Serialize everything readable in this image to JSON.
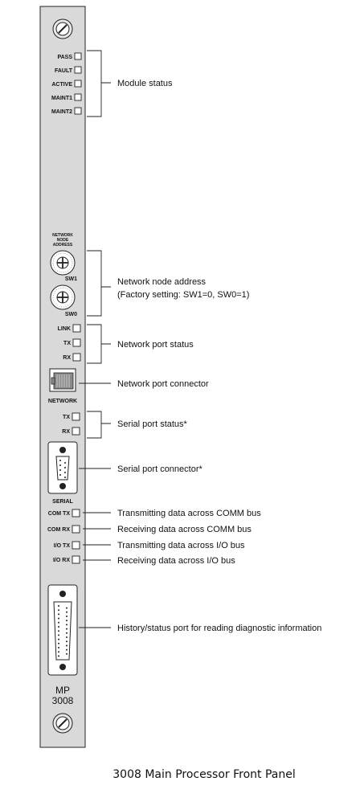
{
  "panel": {
    "module_leds": [
      "PASS",
      "FAULT",
      "ACTIVE",
      "MAINT1",
      "MAINT2"
    ],
    "network_node_address_label": [
      "NETWORK",
      "NODE",
      "ADDRESS"
    ],
    "switches": [
      "SW1",
      "SW0"
    ],
    "network_leds": [
      "LINK",
      "TX",
      "RX"
    ],
    "network_connector_label": "NETWORK",
    "serial_leds": [
      "TX",
      "RX"
    ],
    "serial_connector_label": "SERIAL",
    "bus_leds": [
      "COM TX",
      "COM RX",
      "I/O TX",
      "I/O RX"
    ],
    "model_line1": "MP",
    "model_line2": "3008"
  },
  "callouts": {
    "module_status": "Module status",
    "network_node_address": "Network node address",
    "factory_setting": "(Factory setting: SW1=0, SW0=1)",
    "network_port_status": "Network port status",
    "network_port_connector": "Network port connector",
    "serial_port_status": "Serial port status*",
    "serial_port_connector": "Serial port connector*",
    "com_tx": "Transmitting data across COMM bus",
    "com_rx": "Receiving data across COMM bus",
    "io_tx": "Transmitting data across I/O bus",
    "io_rx": "Receiving data across I/O bus",
    "history_port": "History/status port for reading diagnostic information"
  },
  "caption": "3008 Main Processor Front Panel"
}
